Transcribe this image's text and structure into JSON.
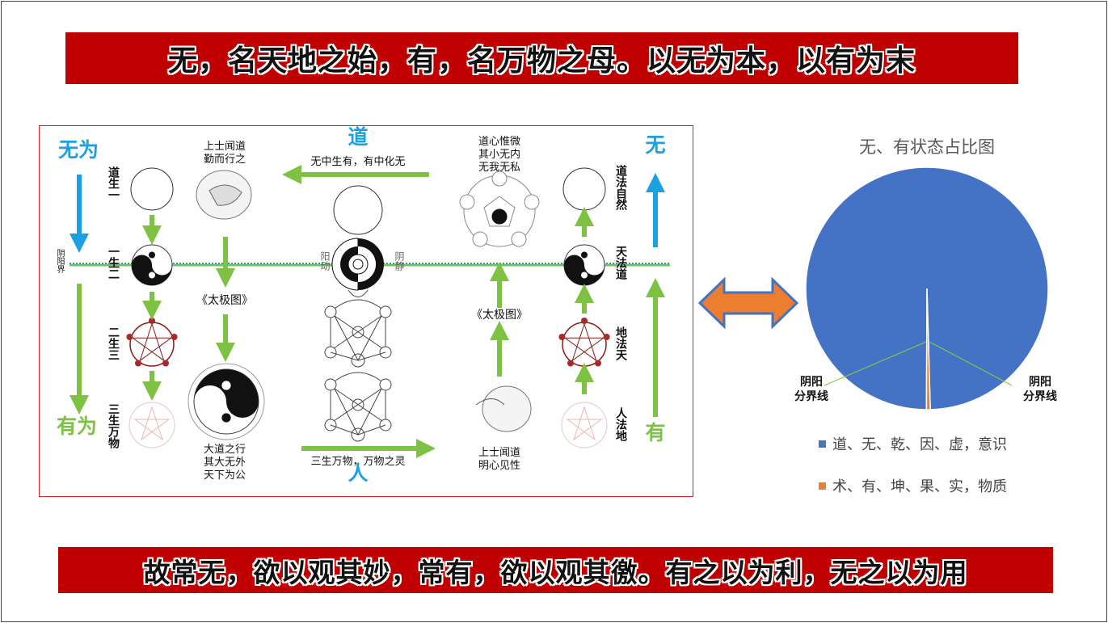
{
  "top_banner": "无，名天地之始，有，名万物之母。以无为本，以有为末",
  "bottom_banner": "故常无，欲以观其妙，常有，欲以观其徼。有之以为利，无之以为用",
  "diagram": {
    "left_top": "无为",
    "left_bottom": "有为",
    "boundary_label": "阴阳界",
    "col1_labels": [
      "道生一",
      "一生二",
      "二生三",
      "三生万物"
    ],
    "col2_top": "上士闻道\n勤而行之",
    "col2_mid": "《太极图》",
    "col2_bottom": "大道之行\n其大无外\n天下为公",
    "center_top": "道",
    "center_top_caption": "无中生有，有中化无",
    "center_left": "阳动",
    "center_right": "阴静",
    "center_bottom_caption": "三生万物，万物之灵",
    "center_bottom": "人",
    "col4_top": "道心惟微\n其小无内\n无我无私",
    "col4_mid": "《太极图》",
    "col4_bottom": "上士闻道\n明心见性",
    "col5_labels": [
      "道法自然",
      "天法道",
      "地法天",
      "人法地"
    ],
    "right_top": "无",
    "right_bottom": "有",
    "colors": {
      "blue": "#1ba1e2",
      "green": "#7dc242",
      "frame": "#e02020"
    }
  },
  "double_arrow": {
    "fill": "#ed7d31",
    "stroke": "#4472c4"
  },
  "chart_data": {
    "type": "pie",
    "title": "无、有状态占比图",
    "series": [
      {
        "name": "道、无、乾、因、虚，意识",
        "value": 99.5,
        "color": "#4472c4"
      },
      {
        "name": "术、有、坤、果、实，物质",
        "value": 0.5,
        "color": "#ed7d31"
      }
    ],
    "annotations": [
      "阴阳\n分界线",
      "阴阳\n分界线"
    ],
    "legend": "bottom"
  }
}
